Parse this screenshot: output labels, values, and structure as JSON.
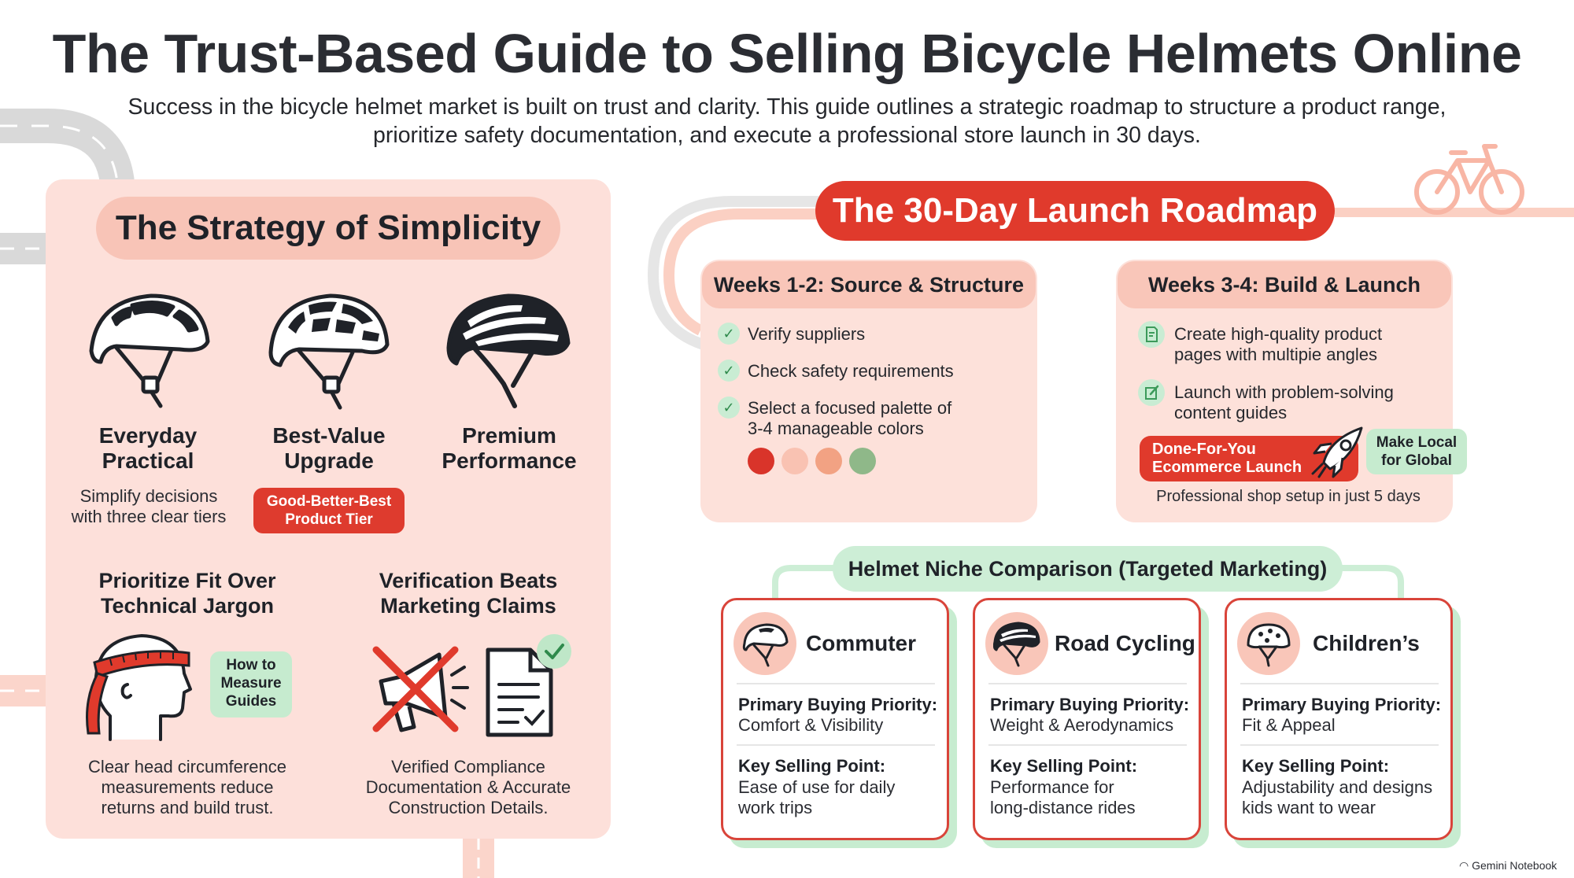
{
  "header": {
    "title": "The Trust-Based Guide to Selling Bicycle Helmets Online",
    "subtitle": "Success in the bicycle helmet market is built on trust and clarity. This guide outlines a strategic roadmap to structure a product range, prioritize safety documentation, and execute a professional store launch in 30 days."
  },
  "strategy": {
    "title": "The Strategy of Simplicity",
    "tiers": [
      {
        "label_line1": "Everyday",
        "label_line2": "Practical",
        "icon": "helmet-everyday-icon"
      },
      {
        "label_line1": "Best-Value",
        "label_line2": "Upgrade",
        "icon": "helmet-best-value-icon"
      },
      {
        "label_line1": "Premium",
        "label_line2": "Performance",
        "icon": "helmet-premium-icon"
      }
    ],
    "tiers_note_line1": "Simplify decisions",
    "tiers_note_line2": "with three clear tiers",
    "tier_badge_line1": "Good-Better-Best",
    "tier_badge_line2": "Product Tier",
    "fit": {
      "title_line1": "Prioritize Fit Over",
      "title_line2": "Technical Jargon",
      "badge_line1": "How to",
      "badge_line2": "Measure",
      "badge_line3": "Guides",
      "text_line1": "Clear head circumference",
      "text_line2": "measurements reduce",
      "text_line3": "returns and build trust."
    },
    "verification": {
      "title_line1": "Verification Beats",
      "title_line2": "Marketing Claims",
      "text_line1": "Verified Compliance",
      "text_line2": "Documentation & Accurate",
      "text_line3": "Construction Details."
    }
  },
  "roadmap": {
    "title": "The 30-Day Launch Roadmap",
    "week12": {
      "title": "Weeks 1-2: Source & Structure",
      "items": [
        {
          "text_line1": "Verify suppliers",
          "text_line2": ""
        },
        {
          "text_line1": "Check safety requirements",
          "text_line2": ""
        },
        {
          "text_line1": "Select a focused palette of",
          "text_line2": "3-4 manageable colors"
        }
      ],
      "palette": [
        "#d9342a",
        "#f9c2b2",
        "#f2a283",
        "#8fb889"
      ]
    },
    "week34": {
      "title": "Weeks 3-4: Build & Launch",
      "items": [
        {
          "text_line1": "Create high-quality product",
          "text_line2": "pages with multipie angles",
          "icon": "document-icon"
        },
        {
          "text_line1": "Launch with problem-solving",
          "text_line2": "content guides",
          "icon": "edit-icon"
        }
      ],
      "dfy_line1": "Done-For-You",
      "dfy_line2": "Ecommerce Launch",
      "local_line1": "Make Local",
      "local_line2": "for Global",
      "note": "Professional shop setup in just 5 days"
    }
  },
  "niche": {
    "title": "Helmet Niche Comparison (Targeted Marketing)",
    "priority_label": "Primary Buying Priority:",
    "selling_label": "Key Selling Point:",
    "cards": [
      {
        "name": "Commuter",
        "priority": "Comfort & Visibility",
        "selling_line1": "Ease of use for daily",
        "selling_line2": "work trips",
        "icon": "commuter-helmet-icon"
      },
      {
        "name": "Road Cycling",
        "priority": "Weight & Aerodynamics",
        "selling_line1": "Performance for",
        "selling_line2": "long-distance rides",
        "icon": "road-helmet-icon"
      },
      {
        "name": "Children’s",
        "priority": "Fit & Appeal",
        "selling_line1": "Adjustability and designs",
        "selling_line2": "kids want to wear",
        "icon": "children-helmet-icon"
      }
    ]
  },
  "footer": {
    "brand": "Gemini Notebook"
  },
  "colors": {
    "accent_red": "#e03a2c",
    "panel_pink": "#fde0da",
    "mint": "#c6ebcf"
  }
}
